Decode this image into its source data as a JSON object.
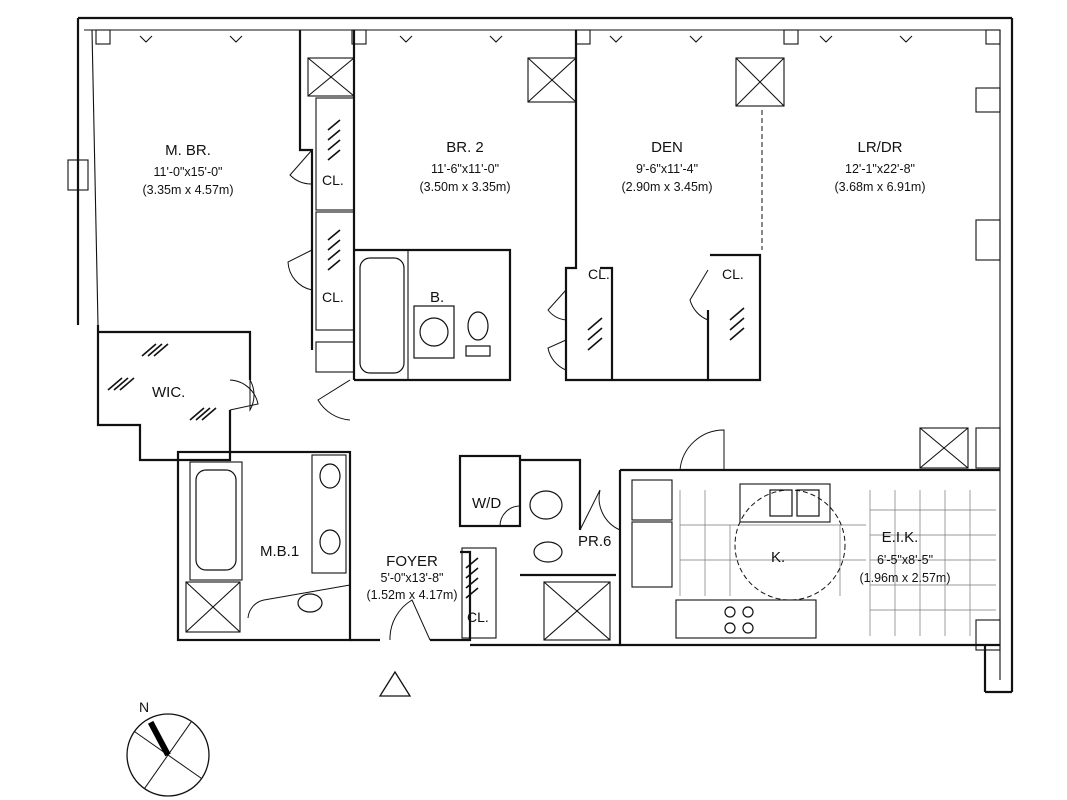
{
  "rooms": [
    {
      "key": "mbr",
      "name": "M. BR.",
      "dim_ft": "11'-0\"x15'-0\"",
      "dim_m": "(3.35m x 4.57m)"
    },
    {
      "key": "br2",
      "name": "BR. 2",
      "dim_ft": "11'-6\"x11'-0\"",
      "dim_m": "(3.50m x 3.35m)"
    },
    {
      "key": "den",
      "name": "DEN",
      "dim_ft": "9'-6\"x11'-4\"",
      "dim_m": "(2.90m x 3.45m)"
    },
    {
      "key": "lrdr",
      "name": "LR/DR",
      "dim_ft": "12'-1\"x22'-8\"",
      "dim_m": "(3.68m x 6.91m)"
    },
    {
      "key": "foyer",
      "name": "FOYER",
      "dim_ft": "5'-0\"x13'-8\"",
      "dim_m": "(1.52m x 4.17m)"
    },
    {
      "key": "eik",
      "name": "E.I.K.",
      "dim_ft": "6'-5\"x8'-5\"",
      "dim_m": "(1.96m x 2.57m)"
    }
  ],
  "labels": {
    "closet": "CL.",
    "bath": "B.",
    "wic": "WIC.",
    "mb1": "M.B.1",
    "wd": "W/D",
    "pr6": "PR.6",
    "kitchen": "K."
  },
  "compass": {
    "north": "N"
  }
}
